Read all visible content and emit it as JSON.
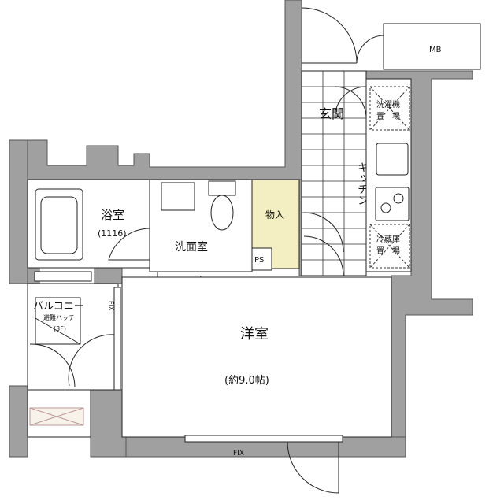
{
  "labels": {
    "mb": "MB",
    "entrance": "玄関",
    "washer_line1": "洗濯機",
    "washer_line2": "置　場",
    "kitchen": "キッチン",
    "fridge_line1": "冷蔵庫",
    "fridge_line2": "置　場",
    "bathroom": "浴室",
    "bathroom_size": "(1116)",
    "storage": "物入",
    "washroom": "洗面室",
    "ps": "PS",
    "western_room": "洋室",
    "western_room_size": "(約9.0帖)",
    "balcony": "バルコニー",
    "hatch": "避難ハッチ",
    "hatch_floor": "(3F)",
    "fix_side": "FIX",
    "fix_bottom": "FIX"
  },
  "colors": {
    "wall": "#a0a0a0",
    "storage": "#f3efc2",
    "line": "#222222"
  }
}
